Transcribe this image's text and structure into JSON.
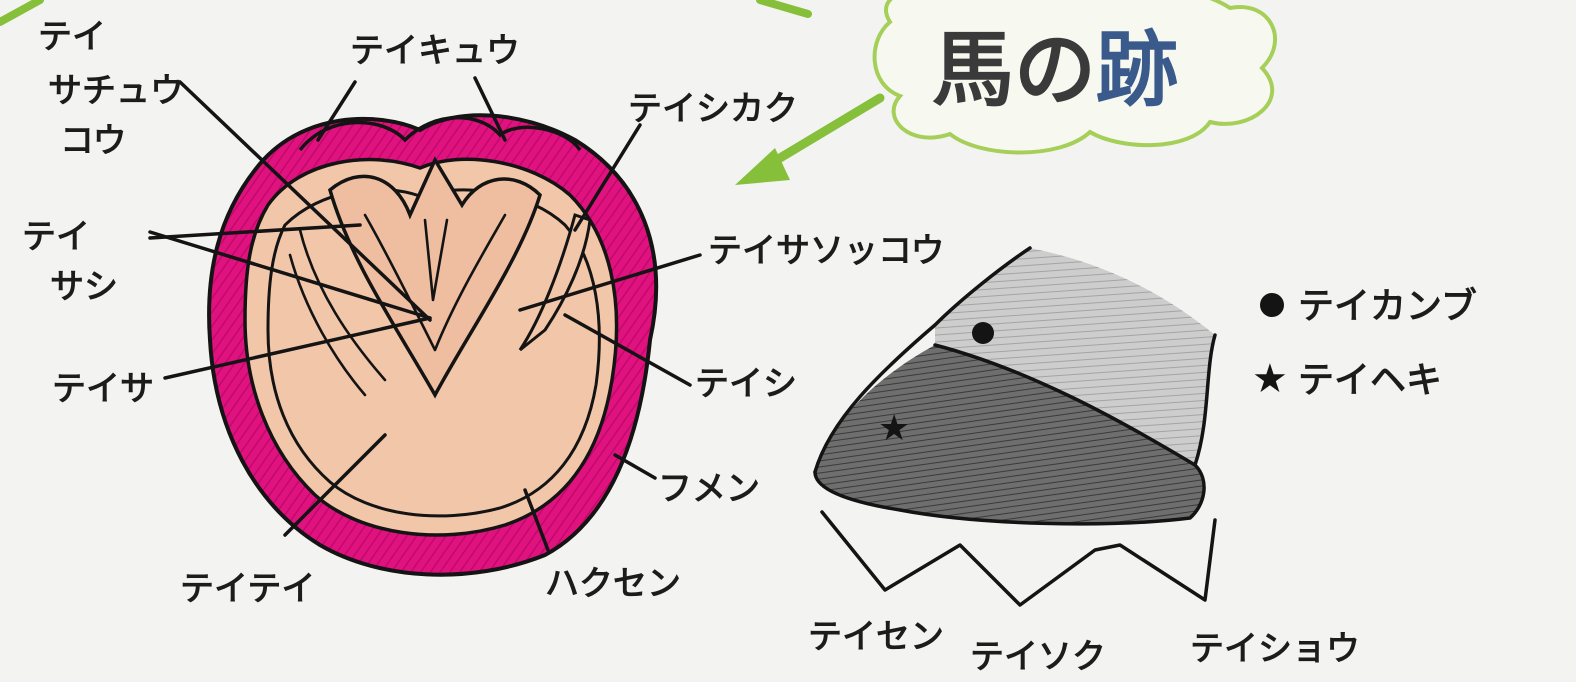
{
  "title": {
    "text_part1": "馬の",
    "text_part2": "跡",
    "colors": {
      "main": "#3a3a3a",
      "accent": "#3a5a8c",
      "cloud": "#a6cf5a",
      "arrow": "#86bf3a"
    }
  },
  "hoof_labels": {
    "teisa_chuukou_1": "テイ",
    "teisa_chuukou_2": "サチュウ",
    "teisa_chuukou_3": "コウ",
    "teikyuu": "テイキュウ",
    "teishikaku": "テイシカク",
    "teisashi_1": "テイ",
    "teisashi_2": "サシ",
    "teisa_sokkou": "テイサソッコウ",
    "teisa": "テイサ",
    "teishi": "テイシ",
    "fumen": "フメン",
    "teitei": "テイテイ",
    "hakusen": "ハクセン"
  },
  "side_labels": {
    "teisen": "テイセン",
    "teisoku": "テイソク",
    "teishou": "テイショウ"
  },
  "legend": {
    "dot_label": "テイカンブ",
    "star_label": "テイヘキ"
  },
  "colors": {
    "wall_pink": "#e0127f",
    "sole_peach": "#f2c6a8",
    "frog_peach": "#efbea0",
    "side_light": "#c8c8c8",
    "side_dark": "#6c6c6c",
    "ink": "#141414"
  }
}
